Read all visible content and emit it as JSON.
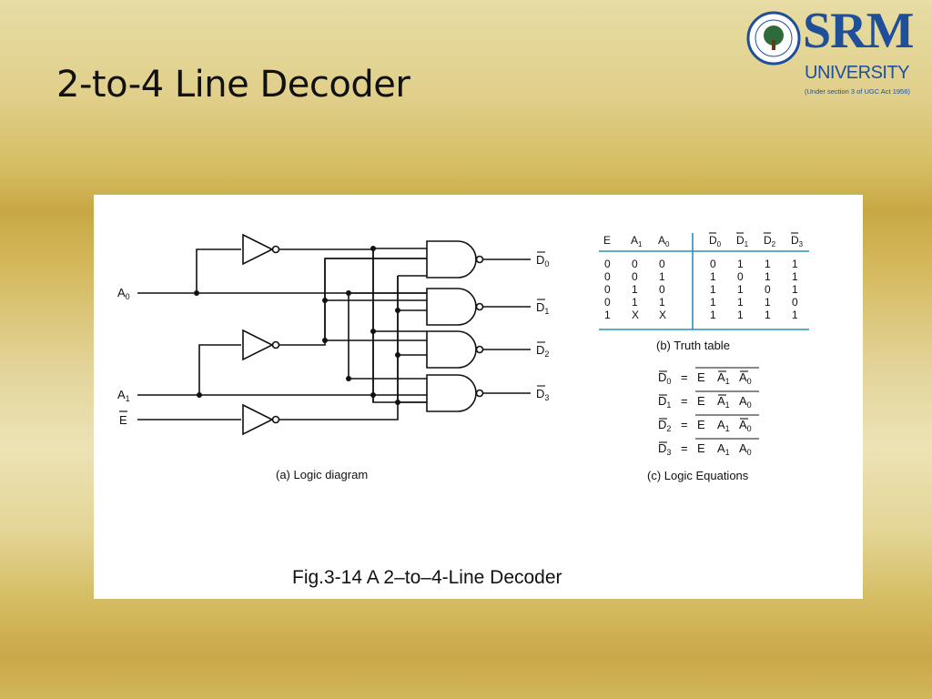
{
  "slide": {
    "title": "2-to-4 Line Decoder"
  },
  "logo": {
    "name": "SRM",
    "sub": "UNIVERSITY",
    "note": "(Under section 3 of UGC Act 1956)"
  },
  "figure": {
    "caption": "Fig.3-14  A 2–to–4-Line Decoder",
    "logic_caption": "(a) Logic diagram",
    "truth_caption": "(b) Truth table",
    "eq_caption": "(c) Logic Equations",
    "inputs": {
      "a0": "A",
      "a0_sub": "0",
      "a1": "A",
      "a1_sub": "1",
      "e": "E"
    },
    "outputs": [
      {
        "name": "D",
        "sub": "0"
      },
      {
        "name": "D",
        "sub": "1"
      },
      {
        "name": "D",
        "sub": "2"
      },
      {
        "name": "D",
        "sub": "3"
      }
    ],
    "truth_table": {
      "headers": [
        {
          "name": "E",
          "sub": ""
        },
        {
          "name": "A",
          "sub": "1"
        },
        {
          "name": "A",
          "sub": "0"
        },
        {
          "name": "D",
          "sub": "0"
        },
        {
          "name": "D",
          "sub": "1"
        },
        {
          "name": "D",
          "sub": "2"
        },
        {
          "name": "D",
          "sub": "3"
        }
      ],
      "rows": [
        [
          "0",
          "0",
          "0",
          "0",
          "1",
          "1",
          "1"
        ],
        [
          "0",
          "0",
          "1",
          "1",
          "0",
          "1",
          "1"
        ],
        [
          "0",
          "1",
          "0",
          "1",
          "1",
          "0",
          "1"
        ],
        [
          "0",
          "1",
          "1",
          "1",
          "1",
          "1",
          "0"
        ],
        [
          "1",
          "X",
          "X",
          "1",
          "1",
          "1",
          "1"
        ]
      ],
      "dont_care_color": "#2a8fb8",
      "rule_color": "#2a8fb8"
    },
    "equations": [
      {
        "lhs": "D",
        "lhs_sub": "0",
        "eq": "=",
        "t1": "E",
        "t2": "A",
        "t2_sub": "1",
        "t2_bar": true,
        "t3": "A",
        "t3_sub": "0",
        "t3_bar": true
      },
      {
        "lhs": "D",
        "lhs_sub": "1",
        "eq": "=",
        "t1": "E",
        "t2": "A",
        "t2_sub": "1",
        "t2_bar": true,
        "t3": "A",
        "t3_sub": "0",
        "t3_bar": false
      },
      {
        "lhs": "D",
        "lhs_sub": "2",
        "eq": "=",
        "t1": "E",
        "t2": "A",
        "t2_sub": "1",
        "t2_bar": false,
        "t3": "A",
        "t3_sub": "0",
        "t3_bar": true
      },
      {
        "lhs": "D",
        "lhs_sub": "3",
        "eq": "=",
        "t1": "E",
        "t2": "A",
        "t2_sub": "1",
        "t2_bar": false,
        "t3": "A",
        "t3_sub": "0",
        "t3_bar": false
      }
    ]
  }
}
